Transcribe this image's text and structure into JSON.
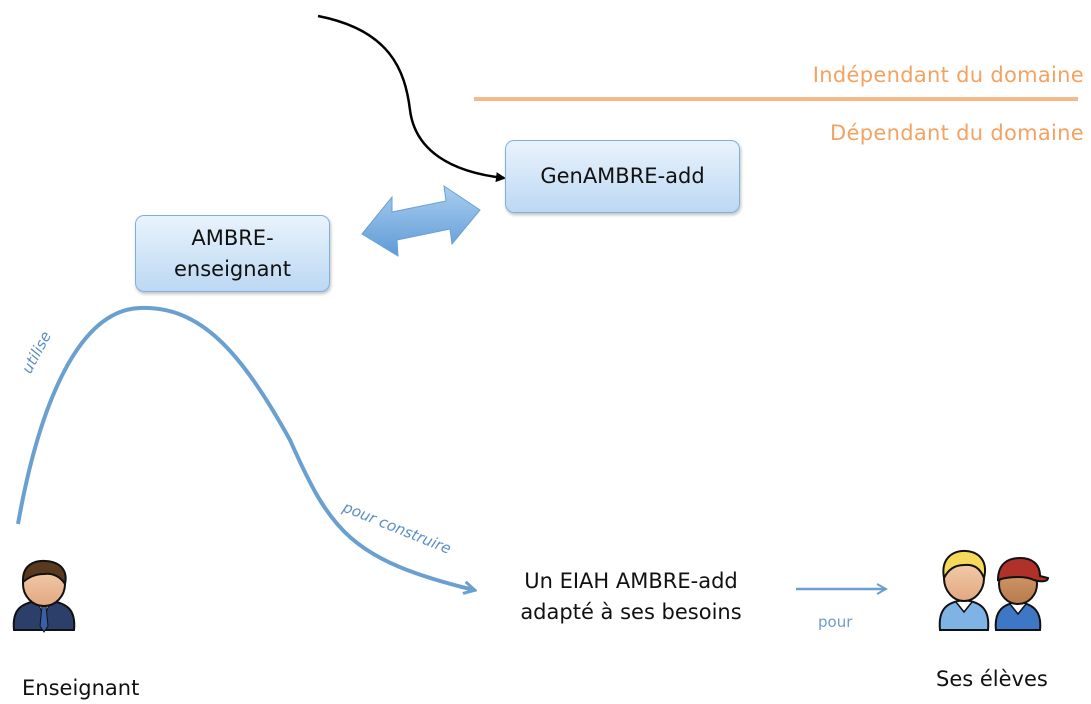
{
  "domains": {
    "independent": "Indépendant du domaine",
    "dependent": "Dépendant du domaine"
  },
  "boxes": {
    "genambre": "GenAMBRE-add",
    "ambre_line1": "AMBRE-",
    "ambre_line2": "enseignant"
  },
  "labels": {
    "utilise": "utilise",
    "pour_construire": "pour construire",
    "pour": "pour",
    "eiah_line1": "Un EIAH AMBRE-add",
    "eiah_line2": "adapté à ses besoins",
    "enseignant": "Enseignant",
    "eleves": "Ses élèves"
  },
  "colors": {
    "orange": "#f4a261",
    "blue_curve": "#6aa0cf",
    "box_border": "#7fb0dc"
  },
  "icons": [
    "teacher-icon",
    "student-blond-icon",
    "student-cap-icon",
    "double-arrow-icon"
  ]
}
